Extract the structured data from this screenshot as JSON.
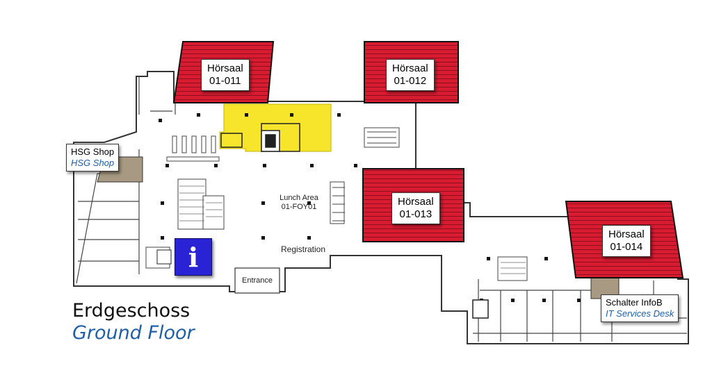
{
  "rooms": [
    {
      "name": "Hörsaal",
      "code": "01-011"
    },
    {
      "name": "Hörsaal",
      "code": "01-012"
    },
    {
      "name": "Hörsaal",
      "code": "01-013"
    },
    {
      "name": "Hörsaal",
      "code": "01-014"
    }
  ],
  "shop": {
    "label_de": "HSG Shop",
    "label_en": "HSG Shop"
  },
  "desk": {
    "label_de": "Schalter InfoB",
    "label_en": "IT Services Desk"
  },
  "lunch": {
    "name": "Lunch Area",
    "code": "01-FOY01"
  },
  "registration_label": "Registration",
  "entrance_label": "Entrance",
  "info_icon_glyph": "i",
  "floor": {
    "title_de": "Erdgeschoss",
    "title_en": "Ground Floor"
  },
  "colors": {
    "lecture_hall": "#d81b31",
    "food_area": "#f6e52a",
    "accent_blue": "#1f5fa8",
    "info_blue": "#2a23d6",
    "room_tan": "#a89a82"
  }
}
